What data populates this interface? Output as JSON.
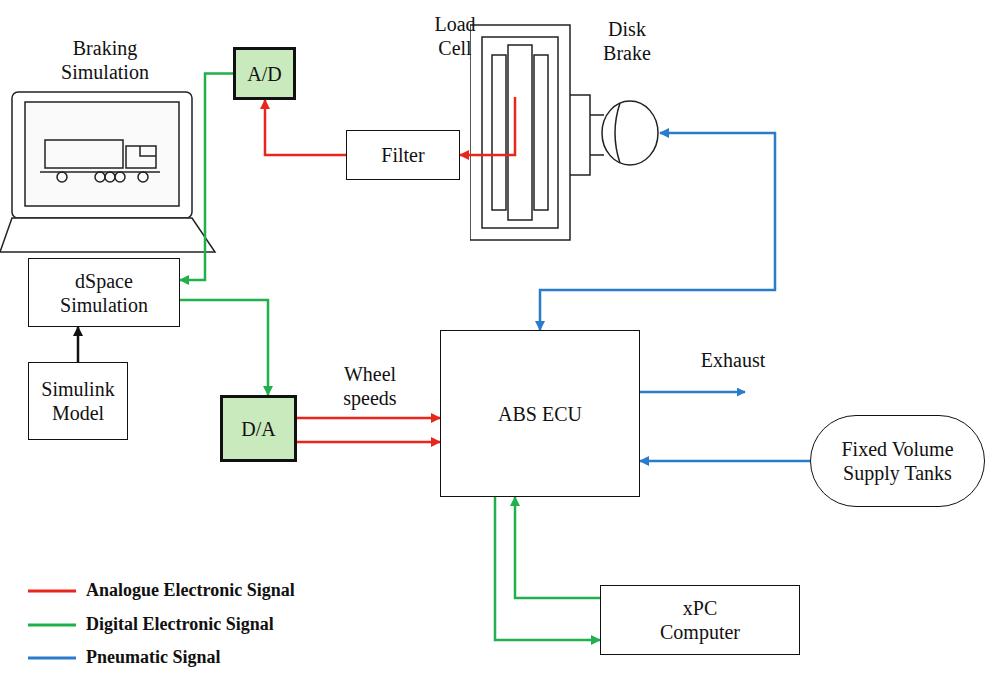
{
  "diagram": {
    "nodes": [
      {
        "text": [
          "dSpace Simulation"
        ]
      },
      {
        "text": [
          "Simulink Model"
        ]
      },
      {
        "text": [
          "A/D"
        ]
      },
      {
        "text": [
          "D/A"
        ]
      },
      {
        "text": [
          "Filter"
        ]
      },
      {
        "text": [
          "Disk Brake"
        ]
      },
      {
        "text": [
          "ABS ECU"
        ]
      },
      {
        "text": [
          "Fixed Volume Supply Tanks"
        ]
      },
      {
        "text": [
          "xPC Computer"
        ]
      }
    ],
    "edges": [
      {
        "from": 2,
        "to": 0,
        "arrow": "to"
      },
      {
        "from": 4,
        "to": 2,
        "arrow": "to"
      },
      {
        "from": 5,
        "to": 4,
        "arrow": "to"
      },
      {
        "from": 0,
        "to": 3,
        "arrow": "to"
      },
      {
        "from": 1,
        "to": 0,
        "arrow": "to"
      },
      {
        "from": 3,
        "to": 6,
        "arrow": "to",
        "label": "Wheel speeds"
      },
      {
        "from": 3,
        "to": 6,
        "arrow": "to"
      },
      {
        "from": 6,
        "to": 5,
        "arrow": "both"
      },
      {
        "from": 7,
        "to": 6,
        "arrow": "to"
      },
      {
        "from": 6,
        "to": 8,
        "arrow": "to"
      },
      {
        "from": 8,
        "to": 6,
        "arrow": "to"
      }
    ],
    "labels": [
      "Braking Simulation",
      "Load Cell",
      "Exhaust"
    ],
    "legend": [
      {
        "text": "Analogue Electronic Signal"
      },
      {
        "text": "Digital Electronic Signal"
      },
      {
        "text": "Pneumatic Signal"
      }
    ]
  }
}
